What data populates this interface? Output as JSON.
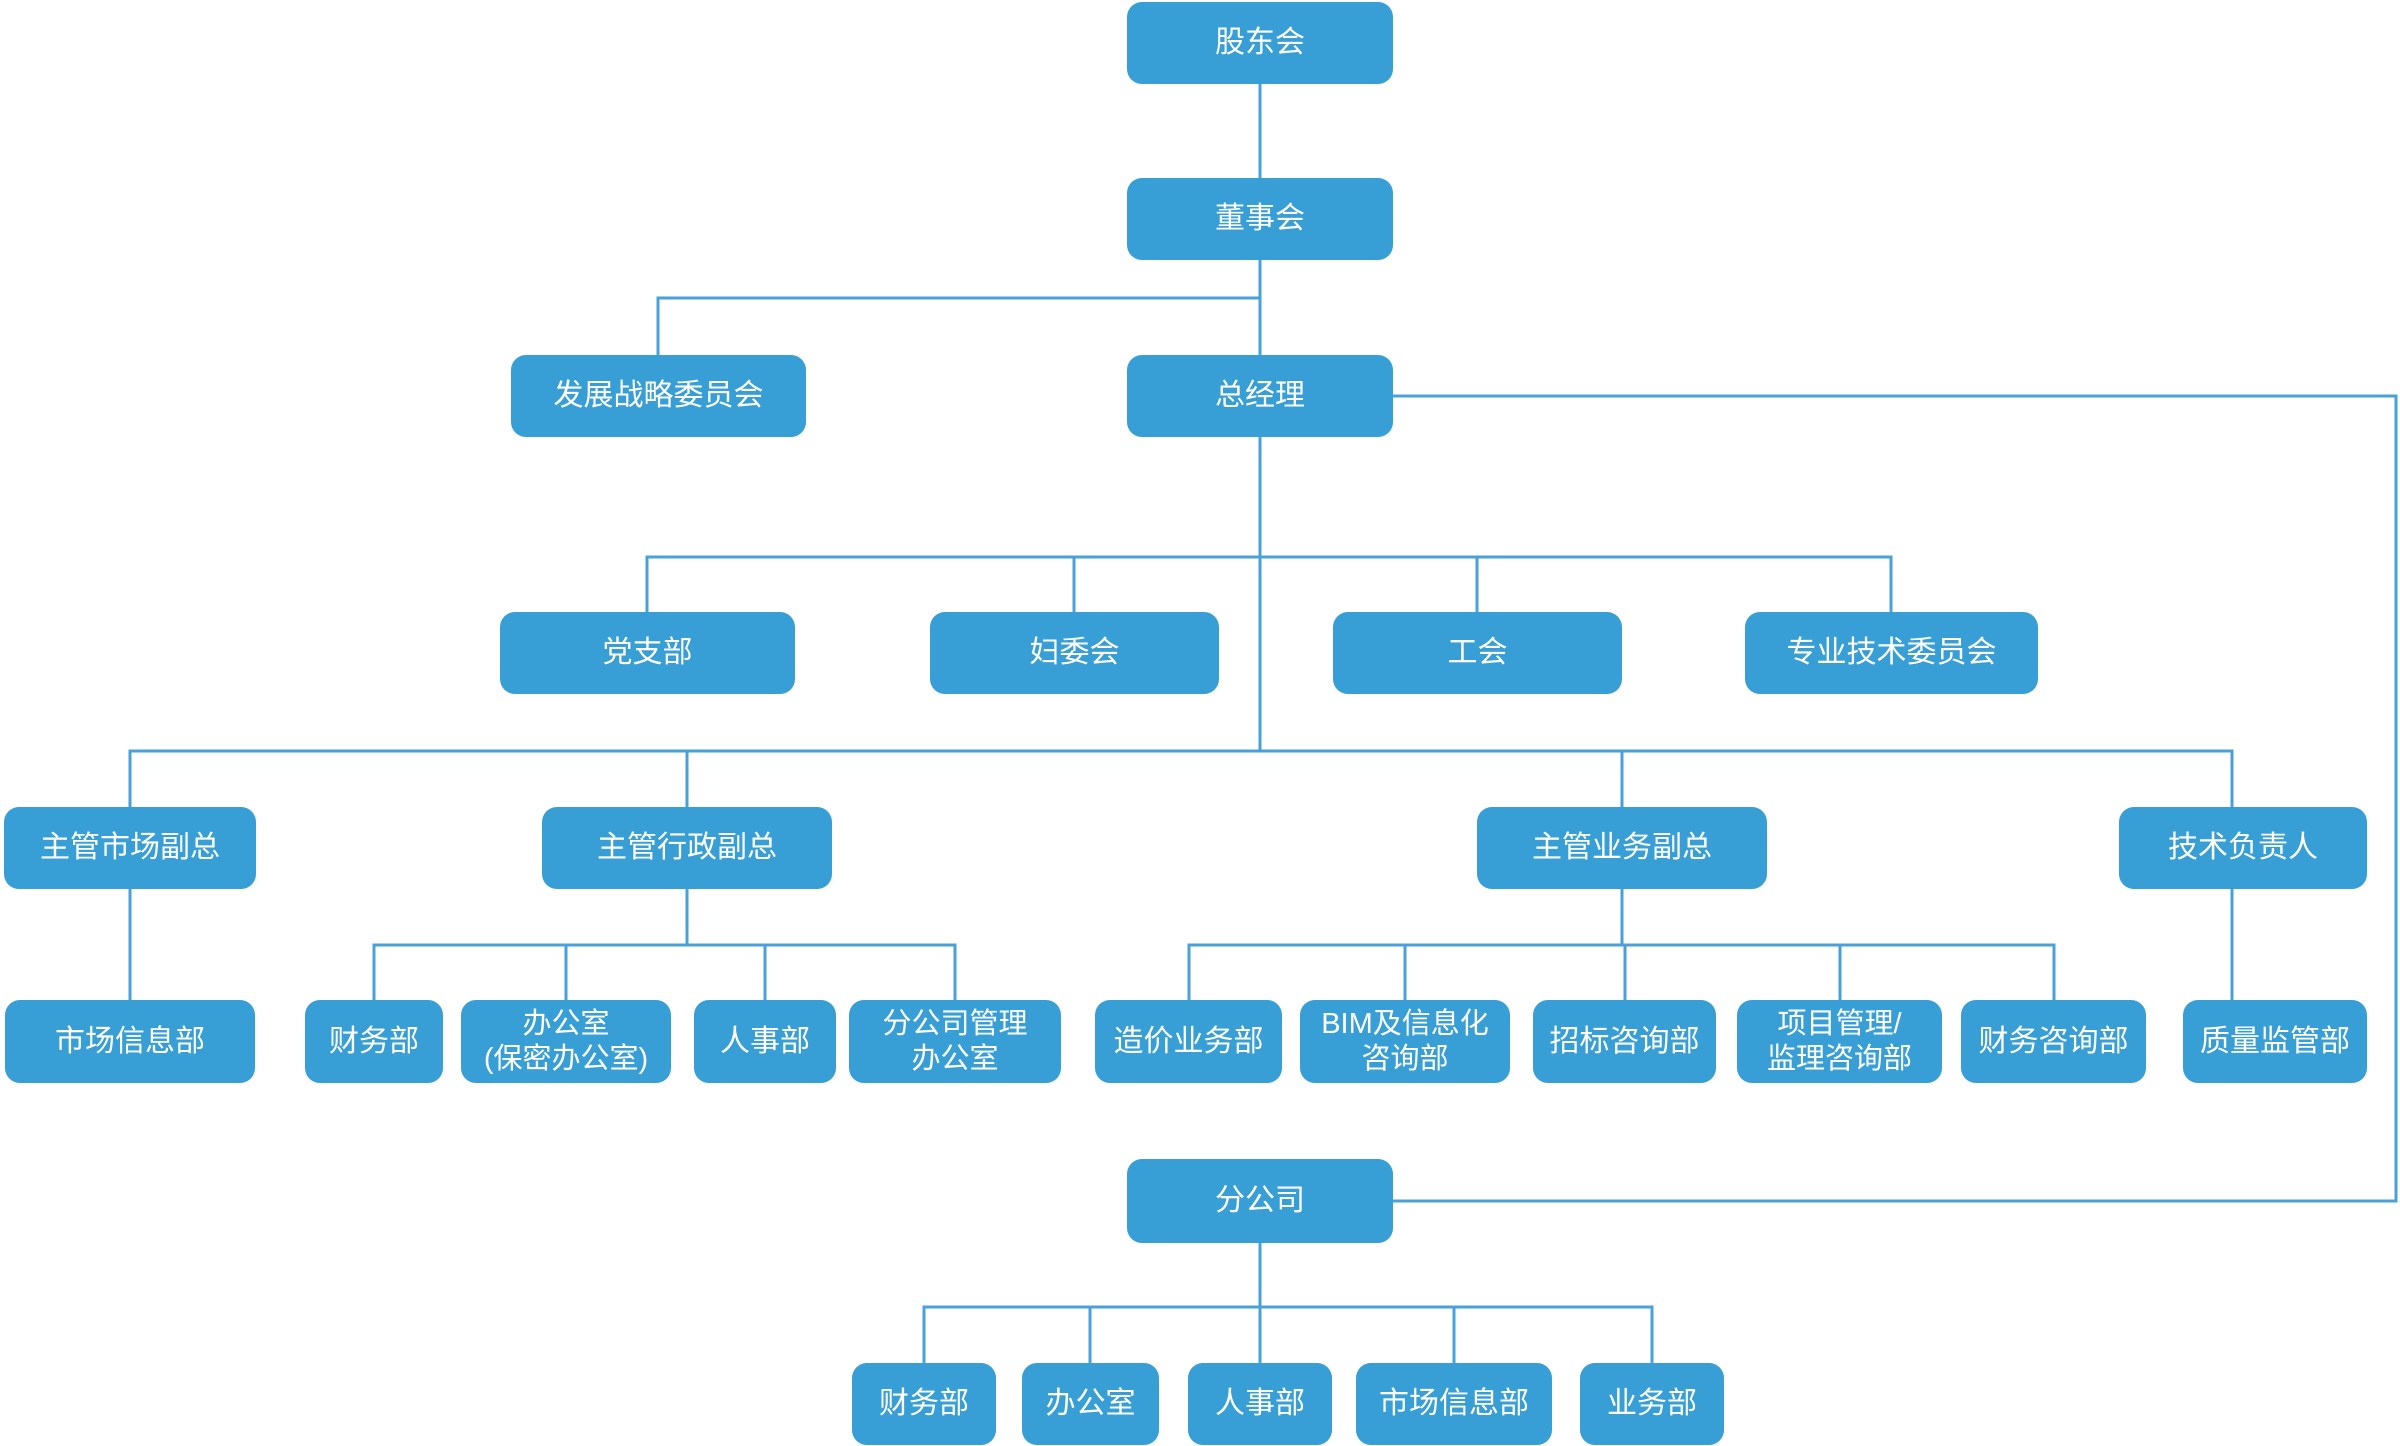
{
  "diagram": {
    "type": "org-chart",
    "colors": {
      "background": "#ffffff",
      "node_fill": "#389fd6",
      "node_text": "#ffffff",
      "connector": "#4aa0da"
    },
    "nodes": [
      {
        "id": "shareholders",
        "lines": [
          "股东会"
        ]
      },
      {
        "id": "board",
        "lines": [
          "董事会"
        ]
      },
      {
        "id": "strategy-committee",
        "lines": [
          "发展战略委员会"
        ]
      },
      {
        "id": "general-manager",
        "lines": [
          "总经理"
        ]
      },
      {
        "id": "party-branch",
        "lines": [
          "党支部"
        ]
      },
      {
        "id": "womens-committee",
        "lines": [
          "妇委会"
        ]
      },
      {
        "id": "labor-union",
        "lines": [
          "工会"
        ]
      },
      {
        "id": "tech-committee",
        "lines": [
          "专业技术委员会"
        ]
      },
      {
        "id": "vp-market",
        "lines": [
          "主管市场副总"
        ]
      },
      {
        "id": "vp-admin",
        "lines": [
          "主管行政副总"
        ]
      },
      {
        "id": "vp-business",
        "lines": [
          "主管业务副总"
        ]
      },
      {
        "id": "tech-director",
        "lines": [
          "技术负责人"
        ]
      },
      {
        "id": "market-info-dept",
        "lines": [
          "市场信息部"
        ]
      },
      {
        "id": "finance-dept",
        "lines": [
          "财务部"
        ]
      },
      {
        "id": "office",
        "lines": [
          "办公室",
          "(保密办公室)"
        ]
      },
      {
        "id": "hr-dept",
        "lines": [
          "人事部"
        ]
      },
      {
        "id": "branch-mgmt-office",
        "lines": [
          "分公司管理",
          "办公室"
        ]
      },
      {
        "id": "cost-dept",
        "lines": [
          "造价业务部"
        ]
      },
      {
        "id": "bim-dept",
        "lines": [
          "BIM及信息化",
          "咨询部"
        ]
      },
      {
        "id": "bidding-dept",
        "lines": [
          "招标咨询部"
        ]
      },
      {
        "id": "pm-dept",
        "lines": [
          "项目管理/",
          "监理咨询部"
        ]
      },
      {
        "id": "finance-consulting-dept",
        "lines": [
          "财务咨询部"
        ]
      },
      {
        "id": "quality-dept",
        "lines": [
          "质量监管部"
        ]
      },
      {
        "id": "branch-company",
        "lines": [
          "分公司"
        ]
      },
      {
        "id": "branch-finance",
        "lines": [
          "财务部"
        ]
      },
      {
        "id": "branch-office",
        "lines": [
          "办公室"
        ]
      },
      {
        "id": "branch-hr",
        "lines": [
          "人事部"
        ]
      },
      {
        "id": "branch-market-info",
        "lines": [
          "市场信息部"
        ]
      },
      {
        "id": "branch-business",
        "lines": [
          "业务部"
        ]
      }
    ],
    "edges": [
      {
        "from": "shareholders",
        "to": "board"
      },
      {
        "from": "board",
        "to": "strategy-committee"
      },
      {
        "from": "board",
        "to": "general-manager"
      },
      {
        "from": "general-manager",
        "to": "party-branch"
      },
      {
        "from": "general-manager",
        "to": "womens-committee"
      },
      {
        "from": "general-manager",
        "to": "labor-union"
      },
      {
        "from": "general-manager",
        "to": "tech-committee"
      },
      {
        "from": "general-manager",
        "to": "vp-market"
      },
      {
        "from": "general-manager",
        "to": "vp-admin"
      },
      {
        "from": "general-manager",
        "to": "vp-business"
      },
      {
        "from": "general-manager",
        "to": "tech-director"
      },
      {
        "from": "general-manager",
        "to": "branch-company"
      },
      {
        "from": "vp-market",
        "to": "market-info-dept"
      },
      {
        "from": "vp-admin",
        "to": "finance-dept"
      },
      {
        "from": "vp-admin",
        "to": "office"
      },
      {
        "from": "vp-admin",
        "to": "hr-dept"
      },
      {
        "from": "vp-admin",
        "to": "branch-mgmt-office"
      },
      {
        "from": "vp-business",
        "to": "cost-dept"
      },
      {
        "from": "vp-business",
        "to": "bim-dept"
      },
      {
        "from": "vp-business",
        "to": "bidding-dept"
      },
      {
        "from": "vp-business",
        "to": "pm-dept"
      },
      {
        "from": "vp-business",
        "to": "finance-consulting-dept"
      },
      {
        "from": "tech-director",
        "to": "quality-dept"
      },
      {
        "from": "branch-company",
        "to": "branch-finance"
      },
      {
        "from": "branch-company",
        "to": "branch-office"
      },
      {
        "from": "branch-company",
        "to": "branch-hr"
      },
      {
        "from": "branch-company",
        "to": "branch-market-info"
      },
      {
        "from": "branch-company",
        "to": "branch-business"
      }
    ]
  }
}
